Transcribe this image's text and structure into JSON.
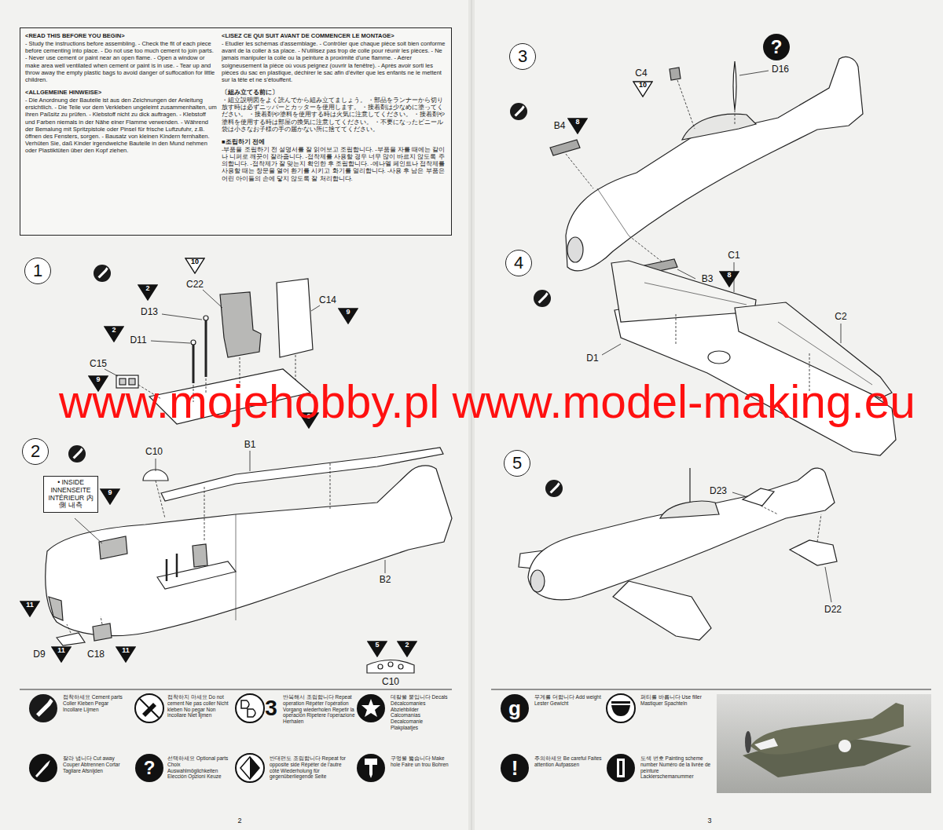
{
  "diagram": {
    "nodes": [
      {
        "text": [
          "<READ THIS BEFORE YOU BEGIN>",
          "- Study the instructions before assembling. - Check the fit of each piece before cementing into place. - Do not use too much cement to join parts. - Never use cement or paint near an open flame. - Open a window or make area well ventilated when cement or paint is in use. - Tear up and throw away the empty plastic bags to avoid danger of suffocation for little children.",
          "<ALLGEMEINE HINWEISE>",
          "- Die Anordnung der Bauteile ist aus den Zeichnungen der Anleitung ersichtlich. - Die Teile vor dem Verkleben ungeleimt zusammenhalten, um ihren Paßsitz zu prüfen. - Klebstoff nicht zu dick auftragen. - Klebstoff und Farben niemals in der Nähe einer Flamme verwenden. - Während der Bemalung mit Spritzpistole oder Pinsel für frische Luftzufuhr, z.B. öffnen des Fensters, sorgen. - Bausatz von kleinen Kindern fernhalten. Verhüten Sie, daß Kinder irgendwelche Bauteile in den Mund nehmen oder Plastiktüten über den Kopf ziehen.",
          "<LISEZ CE QUI SUIT AVANT DE COMMENCER LE MONTAGE>",
          "- Etudier les schémas d'assemblage. - Contrôler que chaque pièce soit bien conforme avant de la coller à sa place. - N'utilisez pas trop de colle pour réunir les pièces. - Ne jamais manipuler la colle ou la peinture à proximité d'une flamme. - Aérer soigneusement la pièce où vous peignez (ouvrir la fenêtre). - Après avoir sorti les pièces du sac en plastique, déchirer le sac afin d'éviter que les enfants ne le mettent sur la tête et ne s'étouffent.",
          "〔組み立てる前に〕",
          "・組立説明図をよく読んでから組み立てましょう。 ・部品をランナーから切り放す時は必ずニッパーとカッターを使用します。 ・接着剤は少なめに塗ってください。 ・接着剤や塗料を使用する時は火気に注意してください。 ・接着剤や塗料を使用する時は部屋の換気に注意してください。 ・不要になったビニール袋は小さなお子様の手の届かない所に捨ててください。",
          "■조립하기 전에",
          "-부품을 조립하기 전 설명서를 잘 읽어보고 조립합니다. -부품을 자를 때에는 칼이나 니퍼로 깨끗이 잘라줍니다. -접착제를 사용할 경우 너무 많이 바르지 않도록 주의합니다. -접착제가 잘 맞는지 확인한 후 조립합니다. -에나멜 페인트나 접착제를 사용할 때는 창문을 열어 환기를 시키고 화기를 멀리합니다. -사용 후 남은 부품은 어린 아이들의 손에 닿지 않도록 잘 처리합니다."
        ]
      },
      {
        "text": [
          "1"
        ]
      },
      {
        "text": [
          "10"
        ]
      },
      {
        "text": [
          "2"
        ]
      },
      {
        "text": [
          "2"
        ]
      },
      {
        "text": [
          "9"
        ]
      },
      {
        "text": [
          "9"
        ]
      },
      {
        "text": [
          "9"
        ]
      },
      {
        "text": [
          "2"
        ]
      },
      {
        "text": [
          "• INSIDE INNENSEITE INTÉRIEUR 内側 내측"
        ]
      },
      {
        "text": [
          "9"
        ]
      },
      {
        "text": [
          "11"
        ]
      },
      {
        "text": [
          "11"
        ]
      },
      {
        "text": [
          "11"
        ]
      },
      {
        "text": [
          "5"
        ]
      },
      {
        "text": [
          "2"
        ]
      },
      {
        "text": [
          "3"
        ]
      },
      {
        "text": [
          "10"
        ]
      },
      {
        "text": [
          "8"
        ]
      },
      {
        "text": [
          "8"
        ]
      },
      {
        "text": [
          "4"
        ]
      },
      {
        "text": [
          "5"
        ]
      }
    ],
    "labels": [
      "C22",
      "D13",
      "D11",
      "C15",
      "C14",
      "www.mojehobby.pl www.model-making.eu",
      "C10",
      "B1",
      "B2",
      "D9",
      "C18",
      "C10",
      "C4",
      "?",
      "D16",
      "B4",
      "B3",
      "C1",
      "C2",
      "D1",
      "D23",
      "D22",
      "3",
      "?",
      "g",
      "!",
      "2",
      "3"
    ],
    "legend": [
      {
        "text": "접착하세요 Cement parts Coller Kleben Pegar Incollare Lijmen"
      },
      {
        "text": "접착하지 마세요 Do not cement Ne pas coller Nicht kleben No pegar Non incollare Niet lijmen"
      },
      {
        "text": "반복해서 조립합니다 Repeat operation Répéter l'opération Vorgang wiederholen Repetir la operación Ripetere l'operazione Herhalen"
      },
      {
        "text": "데칼을 붙입니다 Decals Décalcomanies Abziehbilder Calcomanías Decalcomanie Plakplaatjes"
      },
      {
        "text": "잘라 냅니다 Cut away Couper Abtrennen Cortar Tagliare Afsnijden"
      },
      {
        "text": "선택하세요 Optional parts Choix Auswahlmöglichkeiten Elección Opzioni Keuze"
      },
      {
        "text": "반대편도 조립합니다 Repeat for opposite side Répéter de l'autre côté Wiederholung für gegenüberliegende Seite"
      },
      {
        "text": "구멍을 뚫습니다 Make hole Faire un trou Bohren"
      },
      {
        "text": "무게를 더합니다 Add weight Lester Gewicht"
      },
      {
        "text": "퍼티를 바릅니다 Use filler Mastiquer Spachteln"
      },
      {
        "text": "주의하세요 Be careful Faites attention Aufpassen"
      },
      {
        "text": "도색 번호 Painting scheme number Numéro de la livrée de peinture Lackierschemanummer"
      }
    ]
  }
}
